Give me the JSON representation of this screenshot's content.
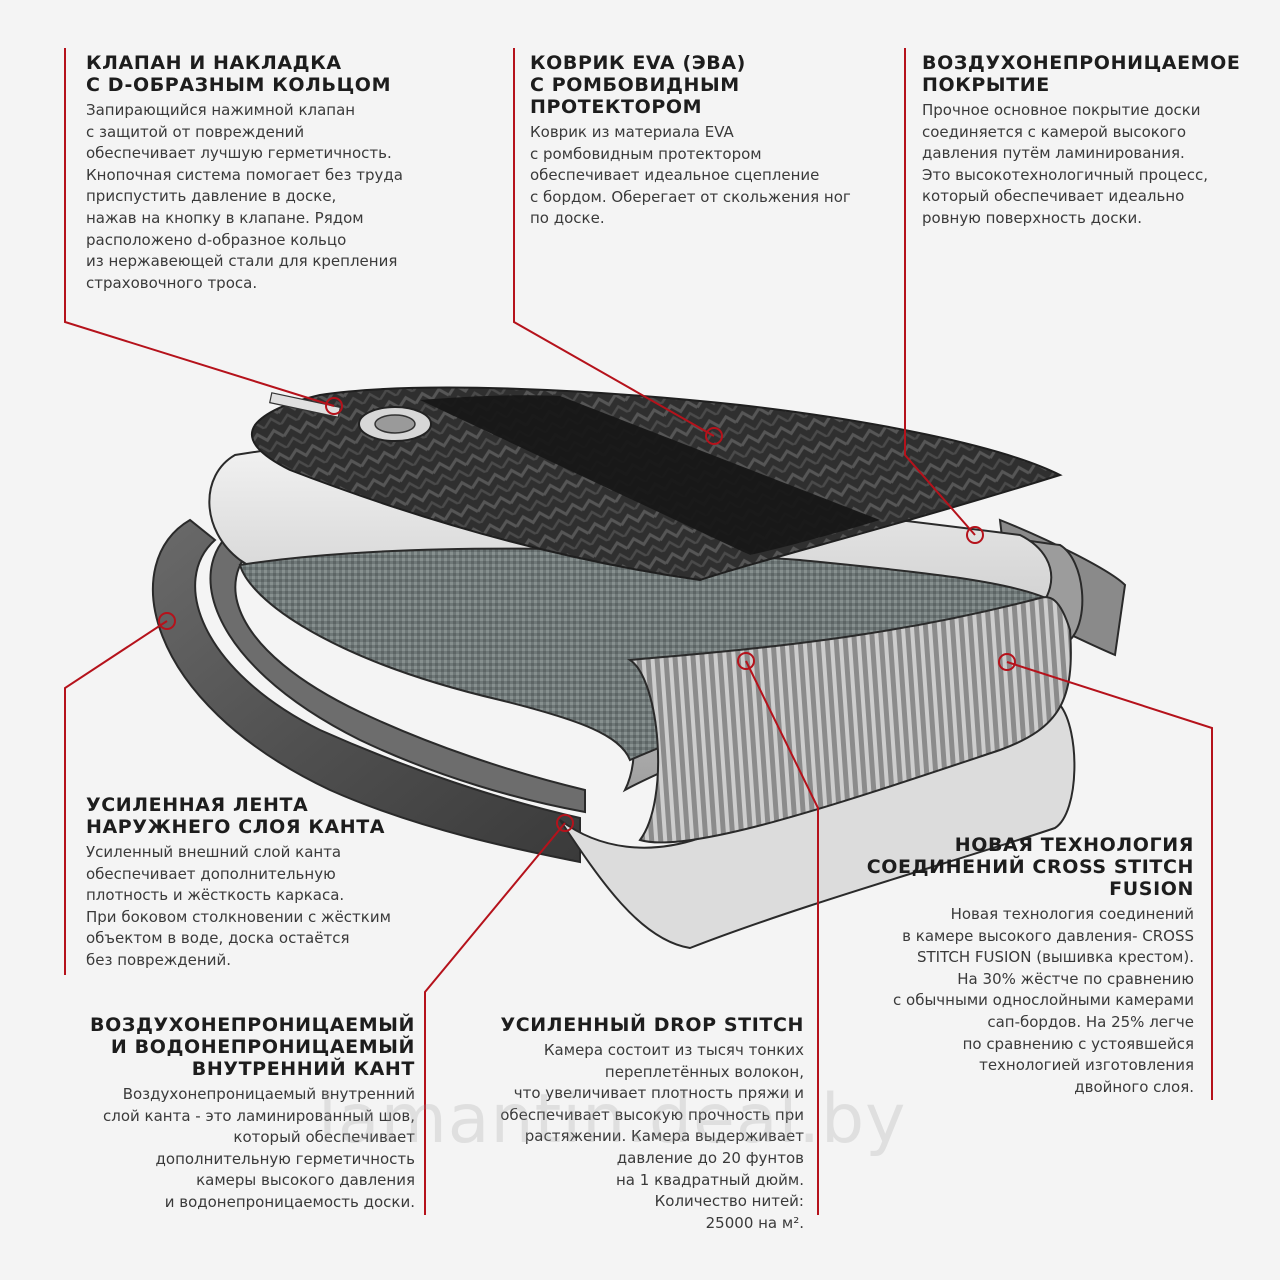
{
  "callouts": {
    "valve": {
      "title": [
        "КЛАПАН И НАКЛАДКА",
        "С D-ОБРАЗНЫМ КОЛЬЦОМ"
      ],
      "text": [
        "Запирающийся нажимной клапан",
        "с защитой от повреждений",
        "обеспечивает лучшую герметичность.",
        "Кнопочная система помогает без труда",
        "приспустить давление в доске,",
        "нажав на кнопку в клапане. Рядом",
        "расположено d-образное кольцо",
        "из нержавеющей стали для крепления",
        "страховочного троса."
      ]
    },
    "eva": {
      "title": [
        "КОВРИК EVA (ЭВА)",
        "С РОМБОВИДНЫМ",
        "ПРОТЕКТОРОМ"
      ],
      "text": [
        "Коврик из материала EVA",
        "с ромбовидным протектором",
        "обеспечивает идеальное сцепление",
        "с бордом. Оберегает от скольжения ног",
        "по доске."
      ]
    },
    "coating": {
      "title": [
        "ВОЗДУХОНЕПРОНИЦАЕМОЕ",
        "ПОКРЫТИЕ"
      ],
      "text": [
        "Прочное основное покрытие доски",
        "соединяется с камерой высокого",
        "давления путём ламинирования.",
        "Это высокотехнологичный процесс,",
        "который обеспечивает идеально",
        "ровную поверхность доски."
      ]
    },
    "rail_tape": {
      "title": [
        "УСИЛЕННАЯ ЛЕНТА",
        "НАРУЖНЕГО СЛОЯ КАНТА"
      ],
      "text": [
        "Усиленный внешний слой канта",
        "обеспечивает дополнительную",
        "плотность и жёсткость каркаса.",
        "При боковом столкновении с жёстким",
        "объектом в воде, доска остаётся",
        "без повреждений."
      ]
    },
    "cross_stitch": {
      "title": [
        "НОВАЯ ТЕХНОЛОГИЯ",
        "СОЕДИНЕНИЙ CROSS STITCH",
        "FUSION"
      ],
      "text": [
        "Новая технология соединений",
        "в камере высокого давления- CROSS",
        "STITCH FUSION (вышивка крестом).",
        "На 30% жёстче по сравнению",
        "с обычными однослойными камерами",
        "сап-бордов. На 25% легче",
        "по сравнению с устоявшейся",
        "технологией изготовления",
        "двойного слоя."
      ]
    },
    "inner_rail": {
      "title": [
        "ВОЗДУХОНЕПРОНИЦАЕМЫЙ",
        "И ВОДОНЕПРОНИЦАЕМЫЙ",
        "ВНУТРЕННИЙ КАНТ"
      ],
      "text": [
        "Воздухонепроницаемый внутренний",
        "слой канта - это ламинированный шов,",
        "который обеспечивает",
        "дополнительную герметичность",
        "камеры высокого давления",
        "и водонепроницаемость доски."
      ]
    },
    "drop_stitch": {
      "title": [
        "УСИЛЕННЫЙ DROP STITCH"
      ],
      "text": [
        "Камера состоит из тысяч тонких",
        "переплетённых волокон,",
        "что увеличивает плотность пряжи и",
        "обеспечивает высокую прочность при",
        "растяжении. Камера выдерживает",
        "давление до 20 фунтов",
        "на 1 квадратный дюйм.",
        "Количество нитей:",
        "25000 на м²."
      ]
    }
  },
  "watermark": "lamantin.deal.by",
  "colors": {
    "accent": "#b5121b",
    "deck_pad": "#2e2e2e",
    "deck_stripe": "#1a1a1a",
    "outer_rail": "#555555",
    "core_fabric": "#7a8282"
  }
}
